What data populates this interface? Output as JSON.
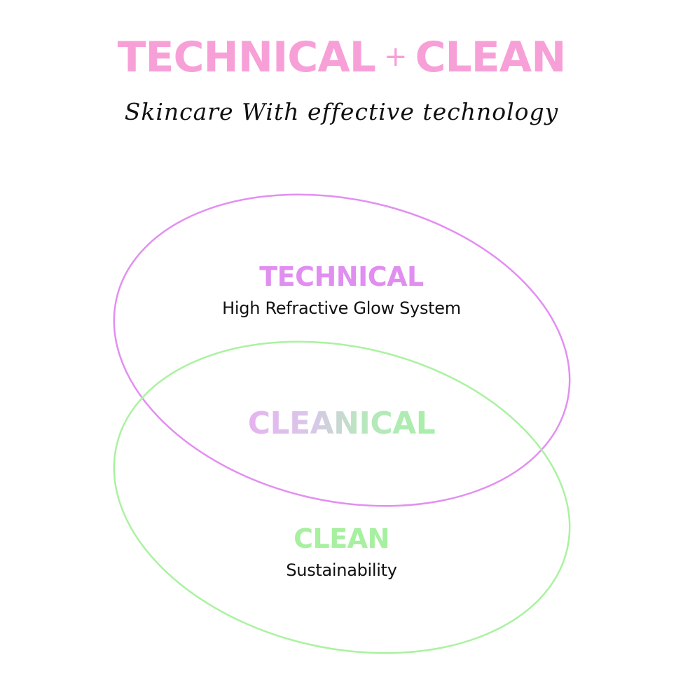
{
  "colors": {
    "headline_pink": "#f7a0d8",
    "technical_purple": "#e08ef0",
    "technical_ring": "#e38ef2",
    "clean_green": "#a6f0a0",
    "clean_ring": "#aaf2a0",
    "text_dark": "#111111"
  },
  "header": {
    "title_left": "TECHNICAL",
    "title_plus": "+",
    "title_right": "CLEAN",
    "tagline": "Skincare With effective technology"
  },
  "diagram": {
    "technical": {
      "title": "TECHNICAL",
      "subtitle": "High Refractive Glow System"
    },
    "overlap": {
      "title": "CLEANICAL"
    },
    "clean": {
      "title": "CLEAN",
      "subtitle": "Sustainability"
    }
  }
}
